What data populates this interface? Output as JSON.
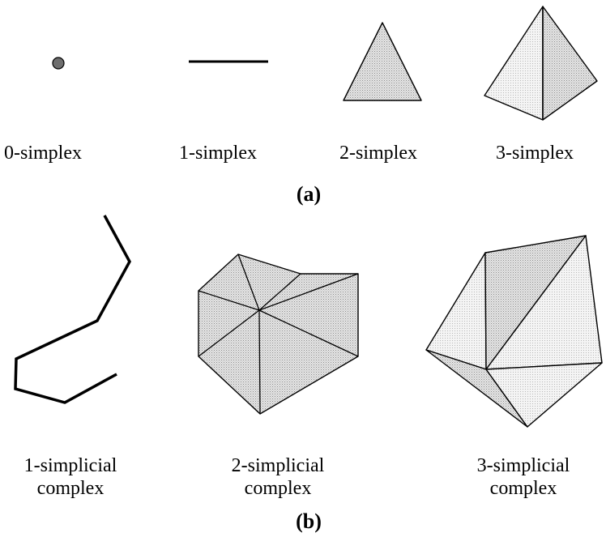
{
  "panel_a": {
    "label": "(a)",
    "items": [
      {
        "label": "0-simplex"
      },
      {
        "label": "1-simplex"
      },
      {
        "label": "2-simplex"
      },
      {
        "label": "3-simplex"
      }
    ]
  },
  "panel_b": {
    "label": "(b)",
    "items": [
      {
        "label_line1": "1-simplicial",
        "label_line2": "complex"
      },
      {
        "label_line1": "2-simplicial",
        "label_line2": "complex"
      },
      {
        "label_line1": "3-simplicial",
        "label_line2": "complex"
      }
    ]
  }
}
